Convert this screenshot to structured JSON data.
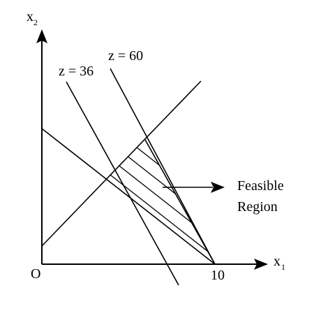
{
  "labels": {
    "x_axis": "x",
    "x_axis_sub": "1",
    "y_axis": "x",
    "y_axis_sub": "2",
    "origin": "O",
    "x_tick": "10",
    "objective_1": "z = 36",
    "objective_2": "z = 60",
    "region_line1": "Feasible",
    "region_line2": "Region"
  },
  "colors": {
    "ink": "#000000",
    "background": "#ffffff"
  }
}
